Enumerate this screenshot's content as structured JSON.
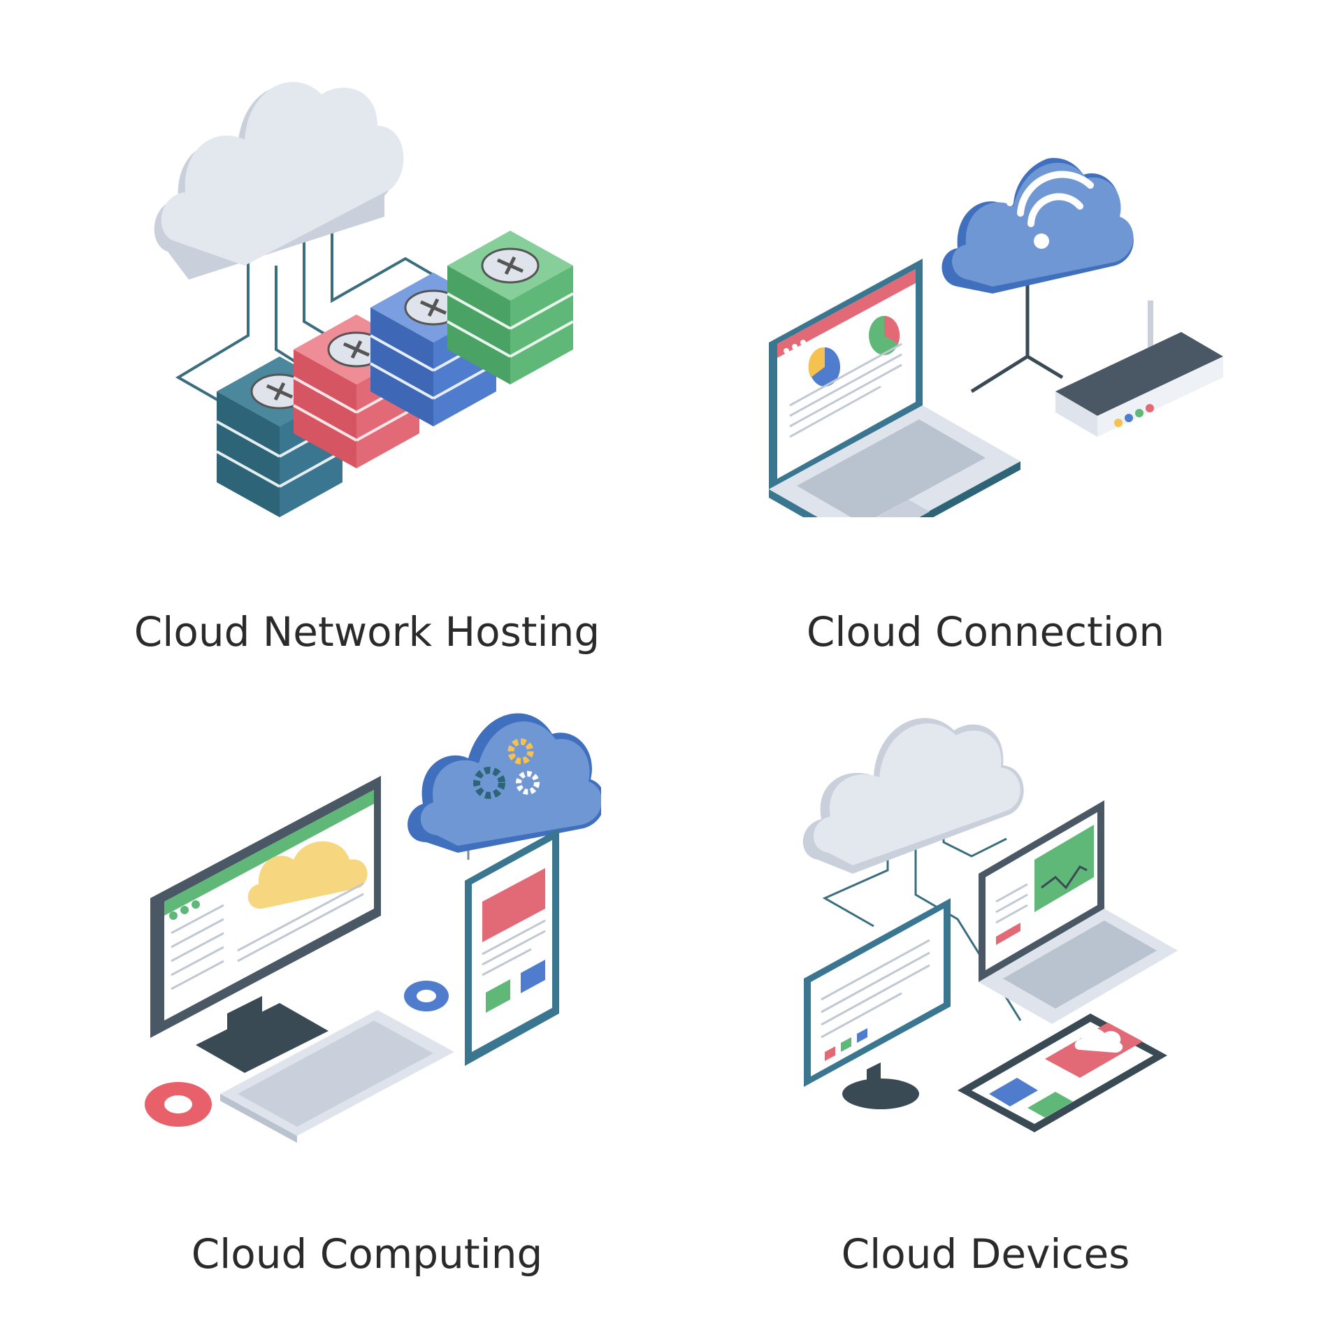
{
  "captions": {
    "hosting": "Cloud Network Hosting",
    "connection": "Cloud Connection",
    "computing": "Cloud Computing",
    "devices": "Cloud Devices"
  },
  "colors": {
    "cloud_gray": "#dfe4ec",
    "cloud_blue": "#6f97d3",
    "teal_dark": "#2d6478",
    "server_teal": "#336f86",
    "server_red": "#e26a76",
    "server_blue": "#4f7ccc",
    "server_green": "#5fb878",
    "yellow_cloud": "#f6d77f",
    "gear_red": "#e8606a",
    "line": "#3a6d7e"
  },
  "icons": {
    "hosting": "cloud-server-rack-icon",
    "connection": "cloud-wifi-laptop-router-icon",
    "computing": "cloud-gears-desktop-phone-icon",
    "devices": "cloud-monitor-laptop-tablet-icon"
  }
}
